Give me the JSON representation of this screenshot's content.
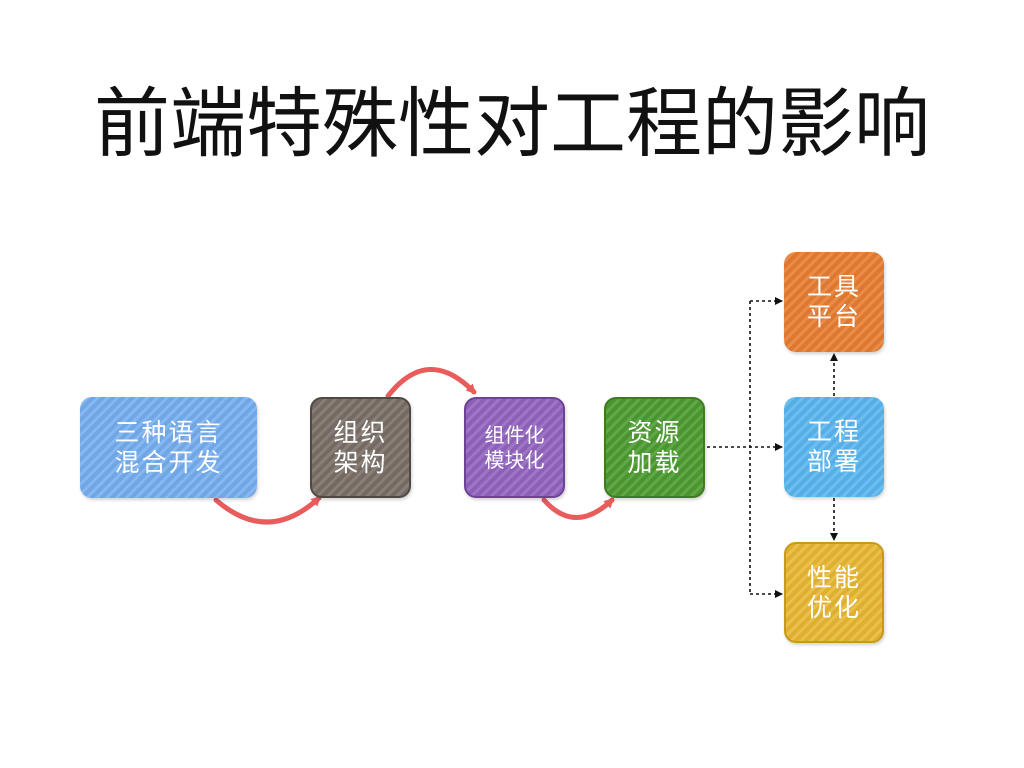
{
  "title": "前端特殊性对工程的影响",
  "colors": {
    "lang": "#77aff0",
    "org": "#7a7068",
    "comp": "#9465c0",
    "res": "#4e9d32",
    "tool": "#e87e33",
    "deploy": "#5ab7f0",
    "perf": "#e9b935",
    "curve_arrow": "#e95c5c",
    "dashed_arrow": "#111111"
  },
  "nodes": {
    "lang": {
      "line1": "三种语言",
      "line2": "混合开发"
    },
    "org": {
      "line1": "组织",
      "line2": "架构"
    },
    "comp": {
      "line1": "组件化",
      "line2": "模块化"
    },
    "res": {
      "line1": "资源",
      "line2": "加载"
    },
    "tool": {
      "line1": "工具",
      "line2": "平台"
    },
    "deploy": {
      "line1": "工程",
      "line2": "部署"
    },
    "perf": {
      "line1": "性能",
      "line2": "优化"
    }
  }
}
